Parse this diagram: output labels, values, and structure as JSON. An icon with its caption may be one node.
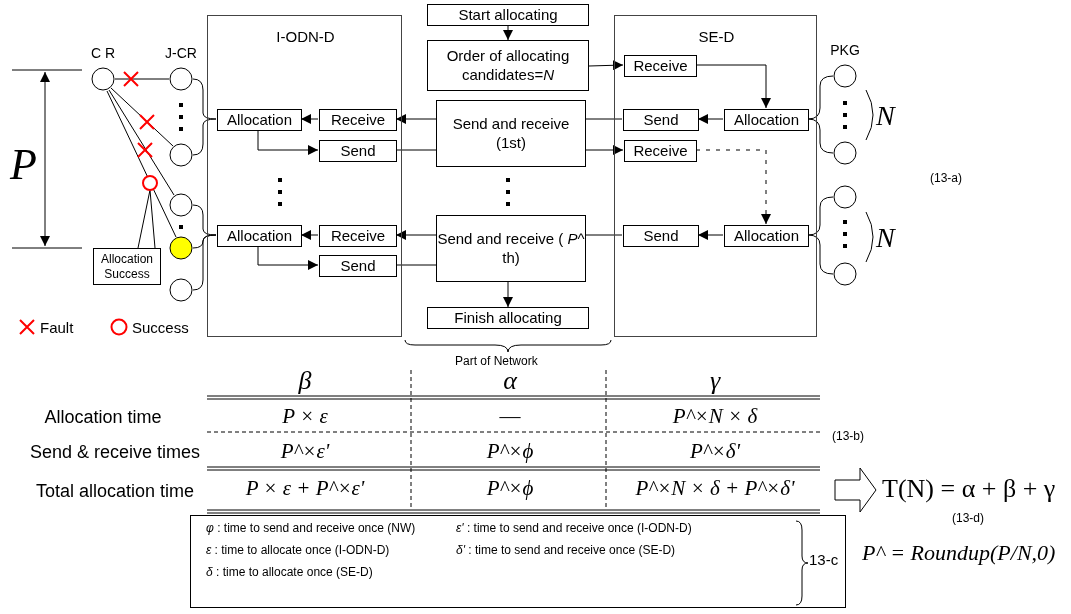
{
  "diagram": {
    "nodes": [
      {
        "text": [
          "C R"
        ]
      },
      {
        "text": [
          "J-CR"
        ]
      },
      {
        "text": [],
        "shape": "circle"
      },
      {
        "text": [],
        "shape": "circle"
      },
      {
        "text": [],
        "shape": "circle"
      },
      {
        "text": [],
        "shape": "circle"
      },
      {
        "text": [
          "I-ODN-D"
        ]
      },
      {
        "text": [
          "Allocation"
        ],
        "in": 6
      },
      {
        "text": [
          "Receive"
        ],
        "in": 6
      },
      {
        "text": [
          "Send"
        ],
        "in": 6
      },
      {
        "text": [
          "Allocation"
        ],
        "in": 6
      },
      {
        "text": [
          "Receive"
        ],
        "in": 6
      },
      {
        "text": [
          "Send"
        ],
        "in": 6
      },
      {
        "text": [
          "Start allocating"
        ]
      },
      {
        "text": [
          "Order of allocating candidates=*N*"
        ]
      },
      {
        "text": [
          "Send and receive (1st)"
        ]
      },
      {
        "text": [
          "Send and receive ( *P*^ th)"
        ]
      },
      {
        "text": [
          "Finish allocating"
        ]
      },
      {
        "text": [
          "SE-D"
        ]
      },
      {
        "text": [
          "Receive"
        ],
        "in": 18
      },
      {
        "text": [
          "Send"
        ],
        "in": 18
      },
      {
        "text": [
          "Allocation"
        ],
        "in": 18
      },
      {
        "text": [
          "Receive"
        ],
        "in": 18
      },
      {
        "text": [
          "Send"
        ],
        "in": 18
      },
      {
        "text": [
          "Allocation"
        ],
        "in": 18
      },
      {
        "text": [
          "PKG"
        ]
      },
      {
        "text": [],
        "shape": "circle"
      },
      {
        "text": [],
        "shape": "circle"
      },
      {
        "text": [],
        "shape": "circle"
      },
      {
        "text": [
          "Allocation Success"
        ]
      },
      {
        "text": [],
        "shape": "circle"
      },
      {
        "text": [
          "*φ* : time to send and receive once (NW)",
          "*ε'* : time to send and receive once (I-ODN-D)",
          "*ε* : time to allocate once (I-ODN-D)",
          "*δ'* : time to send and receive once (SE-D)",
          "*δ* : time to allocate once (SE-D)",
          "13-c"
        ]
      }
    ],
    "edges": [
      {
        "from": 0,
        "to": 1,
        "arrow": "none"
      },
      {
        "from": 0,
        "to": 2,
        "arrow": "none"
      },
      {
        "from": 0,
        "to": 3,
        "arrow": "none"
      },
      {
        "from": 0,
        "to": 4,
        "arrow": "none"
      },
      {
        "from": 1,
        "to": 7,
        "arrow": "none"
      },
      {
        "from": 2,
        "to": 7,
        "arrow": "none"
      },
      {
        "from": 3,
        "to": 10,
        "arrow": "none"
      },
      {
        "from": 4,
        "to": 10,
        "arrow": "none"
      },
      {
        "from": 5,
        "to": 10,
        "arrow": "none"
      },
      {
        "from": 8,
        "to": 7,
        "arrow": "to"
      },
      {
        "from": 7,
        "to": 9,
        "arrow": "to"
      },
      {
        "from": 11,
        "to": 10,
        "arrow": "to"
      },
      {
        "from": 10,
        "to": 12,
        "arrow": "to"
      },
      {
        "from": 13,
        "to": 14,
        "arrow": "to"
      },
      {
        "from": 14,
        "to": 19,
        "arrow": "to"
      },
      {
        "from": 15,
        "to": 8,
        "arrow": "to"
      },
      {
        "from": 9,
        "to": 15,
        "arrow": "none"
      },
      {
        "from": 20,
        "to": 15,
        "arrow": "none"
      },
      {
        "from": 15,
        "to": 22,
        "arrow": "to"
      },
      {
        "from": 19,
        "to": 21,
        "arrow": "to"
      },
      {
        "from": 21,
        "to": 20,
        "arrow": "to"
      },
      {
        "from": 22,
        "to": 24,
        "arrow": "to",
        "style": "dashed"
      },
      {
        "from": 24,
        "to": 23,
        "arrow": "to"
      },
      {
        "from": 23,
        "to": 16,
        "arrow": "none"
      },
      {
        "from": 16,
        "to": 11,
        "arrow": "to"
      },
      {
        "from": 12,
        "to": 16,
        "arrow": "none"
      },
      {
        "from": 16,
        "to": 17,
        "arrow": "to"
      },
      {
        "from": 21,
        "to": 25,
        "arrow": "none"
      },
      {
        "from": 21,
        "to": 26,
        "arrow": "none"
      },
      {
        "from": 24,
        "to": 27,
        "arrow": "none"
      },
      {
        "from": 24,
        "to": 28,
        "arrow": "none"
      },
      {
        "from": 29,
        "to": 30,
        "arrow": "none"
      }
    ],
    "labels": [
      "P",
      "N",
      "(13-a)",
      "N",
      "Part of Network",
      "β",
      "α",
      "γ",
      "Allocation time",
      "P × ε",
      "—",
      "P^×N × δ",
      "Send & receive times",
      "P^×ε'",
      "P^×ϕ",
      "P^×δ'",
      "Total allocation time",
      "P × ε + P^×ε'",
      "P^×ϕ",
      "P^×N × δ + P^×δ'",
      "(13-b)",
      "T(N) = α + β + γ",
      "(13-d)",
      "P^ = Roundup(P/N,0)"
    ],
    "legend": [
      {
        "text": "Fault"
      },
      {
        "text": "Success"
      }
    ]
  }
}
